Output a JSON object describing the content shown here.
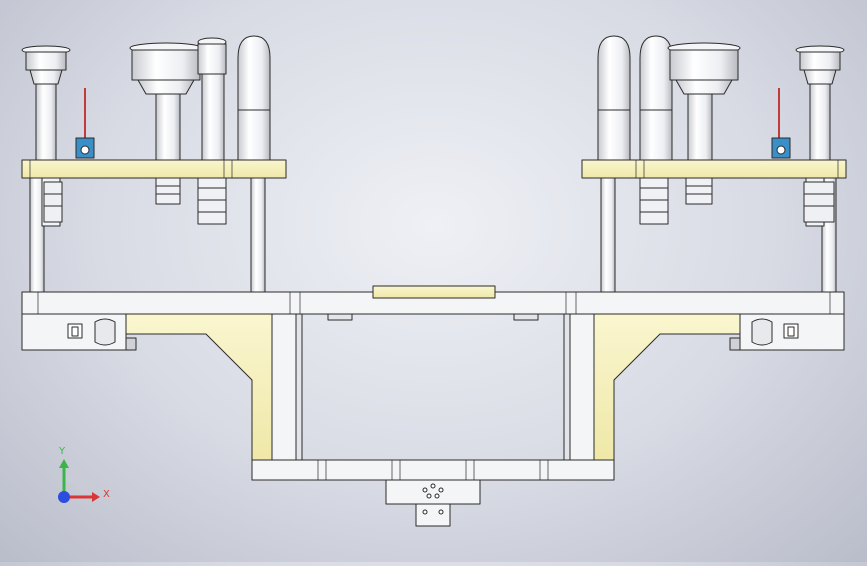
{
  "viewport": {
    "background_top": "#eef0f5",
    "background_bottom": "#b9bdca"
  },
  "colors": {
    "metal": "#f4f5f7",
    "metal_shade": "#c9cbd1",
    "plate": "#f7f3c4",
    "plate_dark": "#e9e19a",
    "outline": "#2b2b2b",
    "sensor_blue": "#3a8fc8",
    "red_rod": "#c23a3a"
  },
  "triad": {
    "x_label": "X",
    "y_label": "Y",
    "x_color": "#d93636",
    "y_color": "#3bb54a",
    "z_color": "#2b4de0"
  },
  "assembly": {
    "left_group_icon": "cylinder-group",
    "right_group_icon": "cylinder-group",
    "center_icon": "mounting-bracket"
  }
}
